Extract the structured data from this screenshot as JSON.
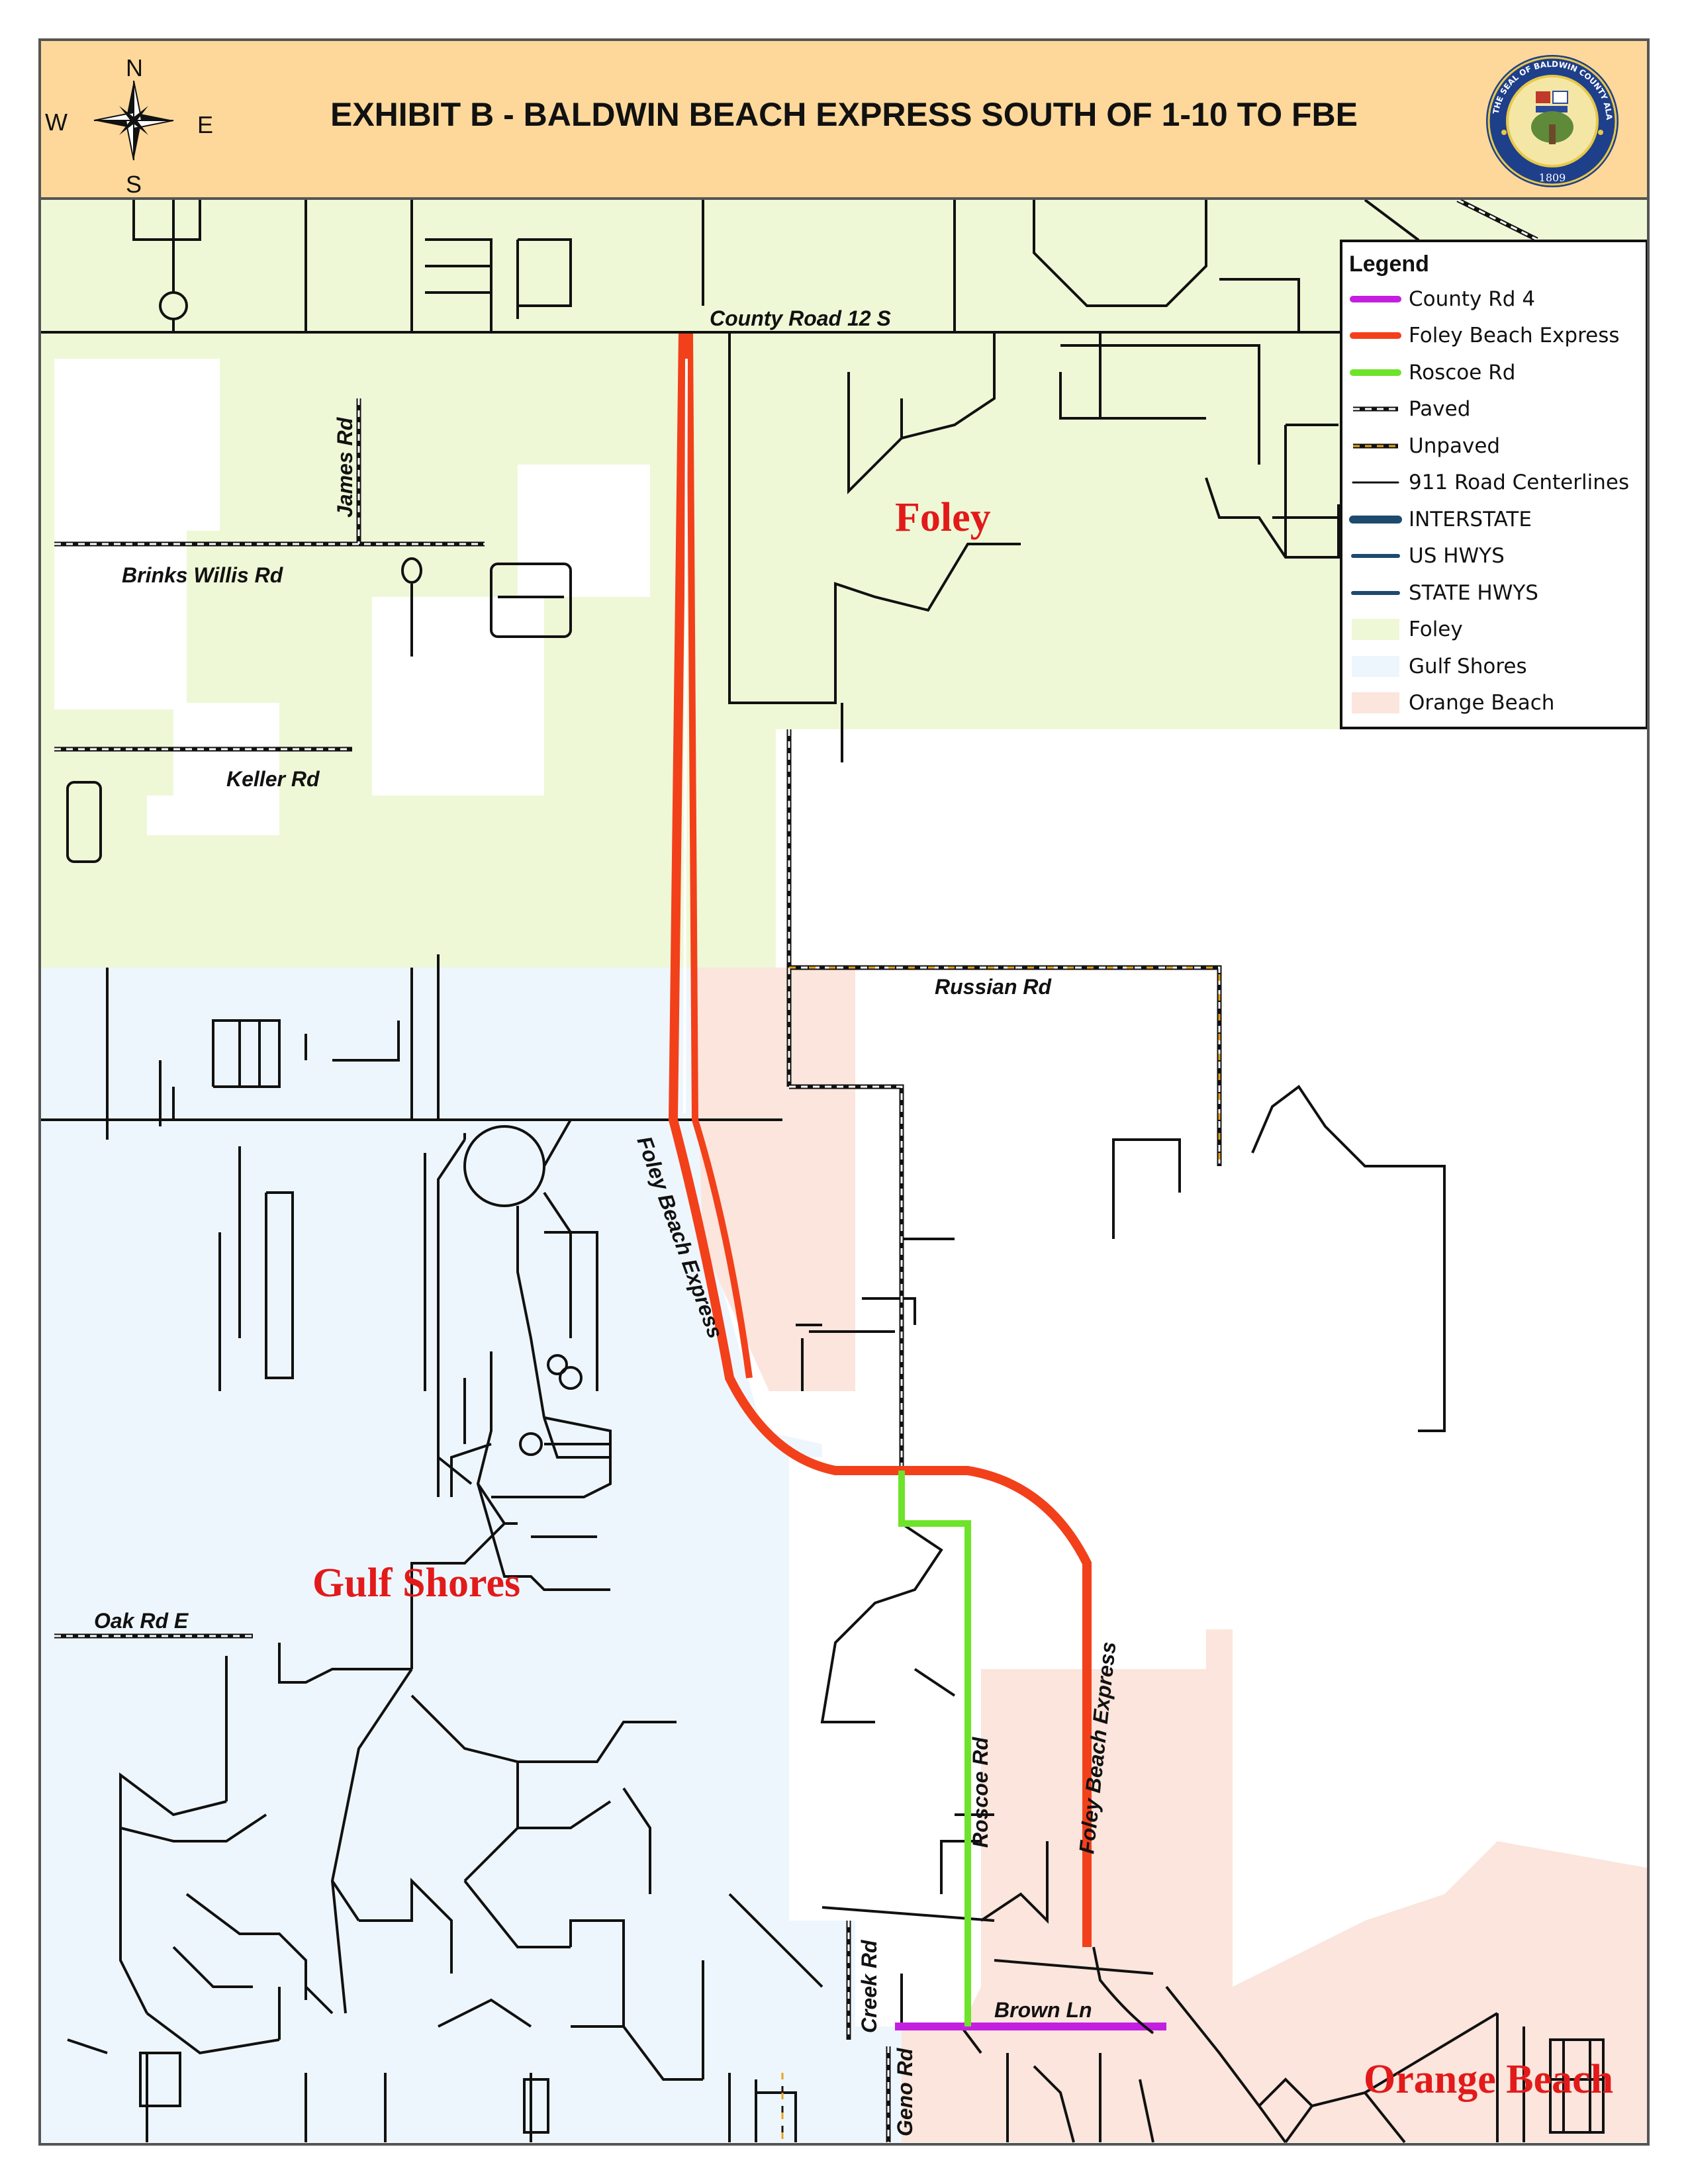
{
  "title": "EXHIBIT B - BALDWIN BEACH EXPRESS SOUTH OF 1-10 TO FBE",
  "compass": {
    "north": "N",
    "south": "S",
    "east": "E",
    "west": "W"
  },
  "seal": {
    "text": "THE SEAL OF BALDWIN COUNTY ALABAMA",
    "year": "1809"
  },
  "legend": {
    "title": "Legend",
    "items": [
      {
        "label": "County Rd 4",
        "color": "#c41fe0",
        "kind": "line"
      },
      {
        "label": "Foley Beach Express",
        "color": "#f2401b",
        "kind": "line"
      },
      {
        "label": "Roscoe Rd",
        "color": "#6de32a",
        "kind": "line"
      },
      {
        "label": "Paved",
        "color": "#111111",
        "kind": "dash"
      },
      {
        "label": "Unpaved",
        "color": "#e8a31c",
        "kind": "dash"
      },
      {
        "label": "911 Road Centerlines",
        "color": "#111111",
        "kind": "thin"
      },
      {
        "label": "INTERSTATE",
        "color": "#1d4a6e",
        "kind": "thick"
      },
      {
        "label": "US HWYS",
        "color": "#1d4a6e",
        "kind": "medium"
      },
      {
        "label": "STATE HWYS",
        "color": "#1d4a6e",
        "kind": "medium"
      },
      {
        "label": "Foley",
        "color": "#eef8d6",
        "kind": "area"
      },
      {
        "label": "Gulf Shores",
        "color": "#eef6fd",
        "kind": "area"
      },
      {
        "label": "Orange Beach",
        "color": "#fbe5dc",
        "kind": "area"
      }
    ]
  },
  "towns": {
    "foley": "Foley",
    "gulf_shores": "Gulf Shores",
    "orange_beach": "Orange Beach"
  },
  "roads": {
    "county_road_12s": "County Road 12 S",
    "james_rd": "James Rd",
    "brinks_willis_rd": "Brinks Willis Rd",
    "keller_rd": "Keller Rd",
    "russian_rd": "Russian Rd",
    "foley_beach_express_1": "Foley Beach Express",
    "foley_beach_express_2": "Foley Beach Express",
    "oak_rd_e": "Oak Rd E",
    "roscoe_rd": "Roscoe Rd",
    "creek_rd": "Creek Rd",
    "brown_ln": "Brown Ln",
    "geno_rd": "Geno Rd"
  },
  "colors": {
    "foley_area": "#eef8d6",
    "gulf_shores_area": "#eef6fd",
    "orange_beach_area": "#fbe5dc",
    "header": "#fdd89a",
    "town_label": "#e21a1a"
  }
}
